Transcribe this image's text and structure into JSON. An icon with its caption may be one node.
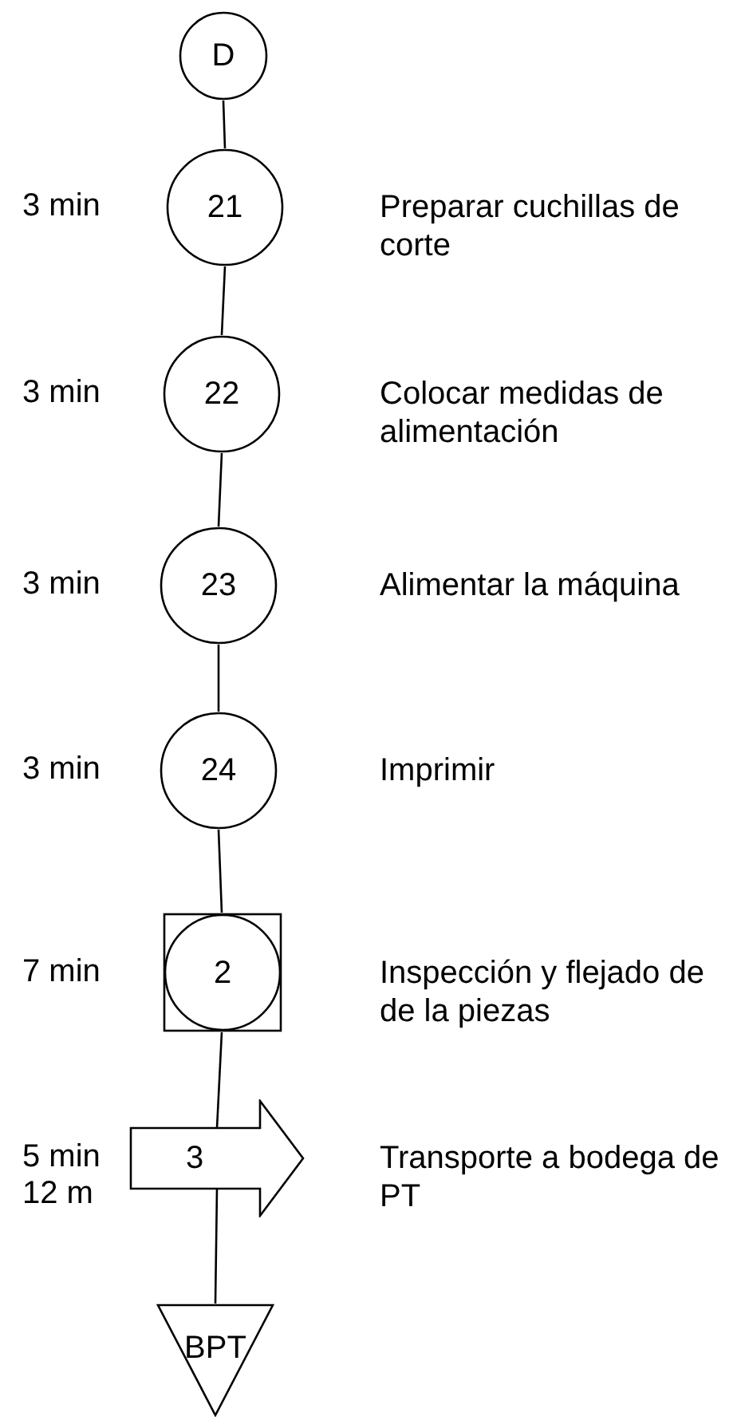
{
  "diagram": {
    "nodes": [
      {
        "text": [
          "D"
        ]
      },
      {
        "text": [
          "21"
        ],
        "beside": [
          "3 min",
          "Preparar cuchillas de corte"
        ]
      },
      {
        "text": [
          "22"
        ],
        "beside": [
          "3 min",
          "Colocar medidas de alimentación"
        ]
      },
      {
        "text": [
          "23"
        ],
        "beside": [
          "3 min",
          "Alimentar la máquina"
        ]
      },
      {
        "text": [
          "24"
        ],
        "beside": [
          "3 min",
          "Imprimir"
        ]
      },
      {
        "text": [
          "2"
        ],
        "beside": [
          "7 min",
          "Inspección y flejado de de la piezas"
        ]
      },
      {
        "text": [
          "3"
        ],
        "beside": [
          "5 min",
          "12 m",
          "Transporte a bodega de PT"
        ]
      },
      {
        "text": [
          "BPT"
        ]
      }
    ],
    "edges": [
      {
        "from": 0,
        "to": 1,
        "arrow": "none"
      },
      {
        "from": 1,
        "to": 2,
        "arrow": "none"
      },
      {
        "from": 2,
        "to": 3,
        "arrow": "none"
      },
      {
        "from": 3,
        "to": 4,
        "arrow": "none"
      },
      {
        "from": 4,
        "to": 5,
        "arrow": "none"
      },
      {
        "from": 5,
        "to": 6,
        "arrow": "none"
      },
      {
        "from": 6,
        "to": 7,
        "arrow": "none"
      }
    ]
  }
}
